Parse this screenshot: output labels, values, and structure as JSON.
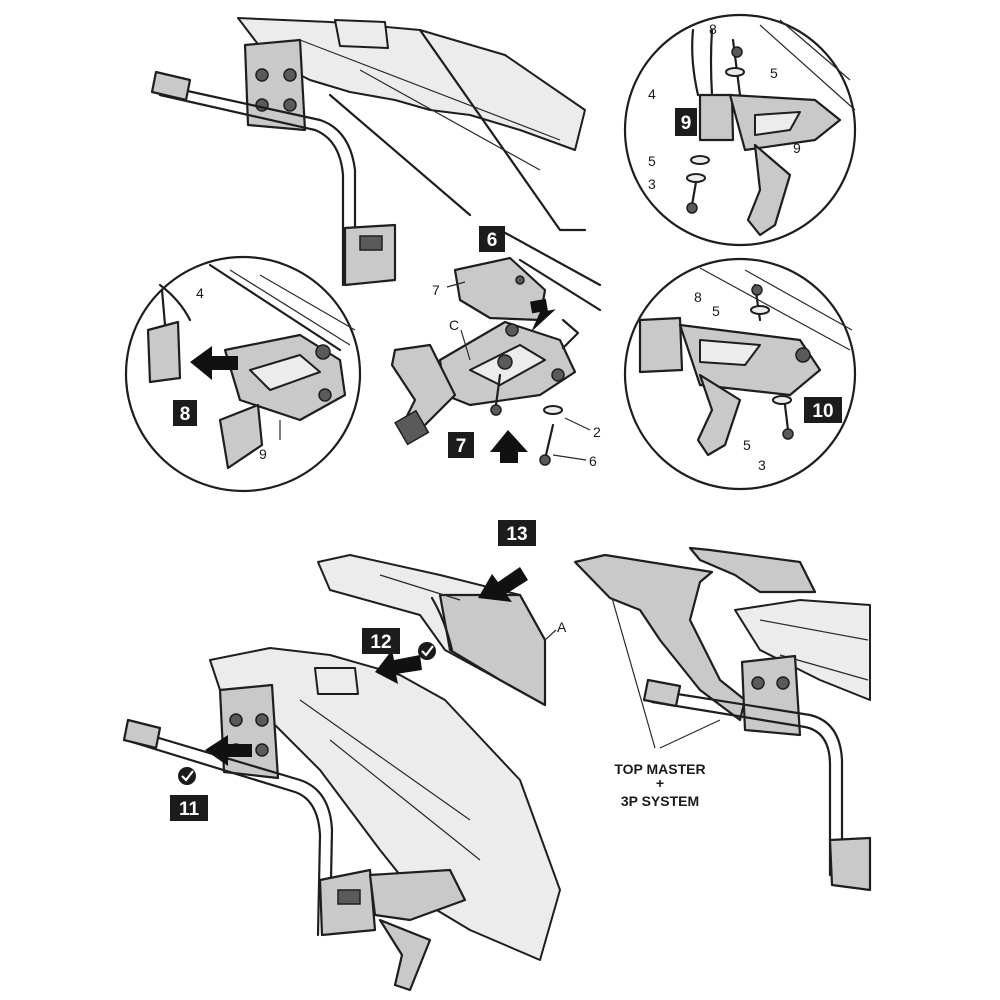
{
  "steps": {
    "s6": "6",
    "s7": "7",
    "s8": "8",
    "s9": "9",
    "s10": "10",
    "s11": "11",
    "s12": "12",
    "s13": "13"
  },
  "callouts": {
    "c2": "2",
    "c3": "3",
    "c4": "4",
    "c5": "5",
    "c6": "6",
    "c7": "7",
    "c8": "8",
    "c9": "9",
    "cA": "A",
    "cC": "C"
  },
  "caption": {
    "line1": "TOP MASTER",
    "plus": "+",
    "line2": "3P SYSTEM"
  },
  "icons": [
    "check-icon",
    "arrow-icon"
  ],
  "colors": {
    "ink": "#1e1e1e",
    "part_fill": "#c9c9c9",
    "light_fill": "#ececec"
  }
}
